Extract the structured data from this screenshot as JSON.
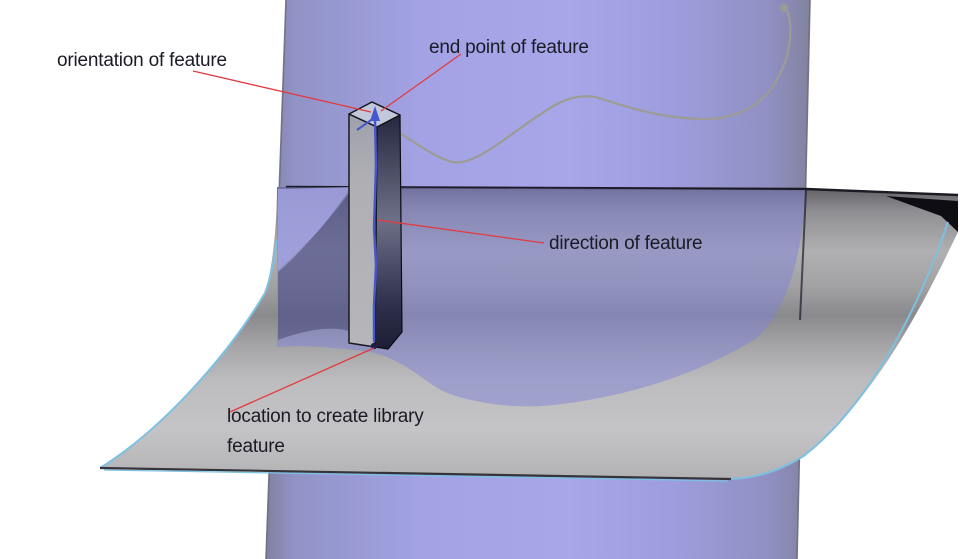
{
  "annotations": {
    "orientation": "orientation of feature",
    "end_point": "end point of feature",
    "direction": "direction of feature",
    "location_line1": "location to create library",
    "location_line2": "feature"
  },
  "colors": {
    "background": "#ffffff",
    "cylinder_blue": "#a2a2e4",
    "surface_gray": "#b2b2b4",
    "surface_edge_cyan": "#7cc0e2",
    "sketch_line_blue": "#4656cc",
    "leader_line_red": "#e23b3f",
    "label_text": "#1b1b26",
    "feature_side_dark": "#2a2c44"
  }
}
